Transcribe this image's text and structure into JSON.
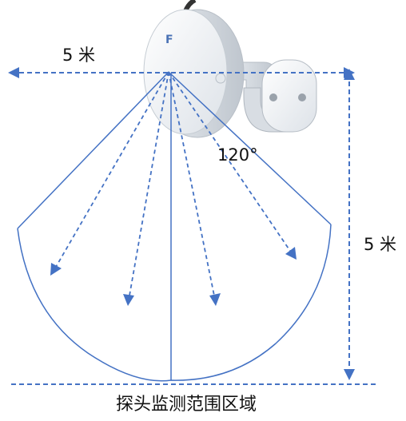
{
  "labels": {
    "width_distance": "5 米",
    "depth_distance": "5 米",
    "detection_angle": "120°",
    "caption": "探头监测范围区域",
    "device_logo": "F"
  },
  "colors": {
    "line": "#4472c4",
    "dashed_line": "#4472c4",
    "text": "#111111",
    "device_body": "#f2f4f6",
    "device_shadow": "#c9ced4"
  }
}
